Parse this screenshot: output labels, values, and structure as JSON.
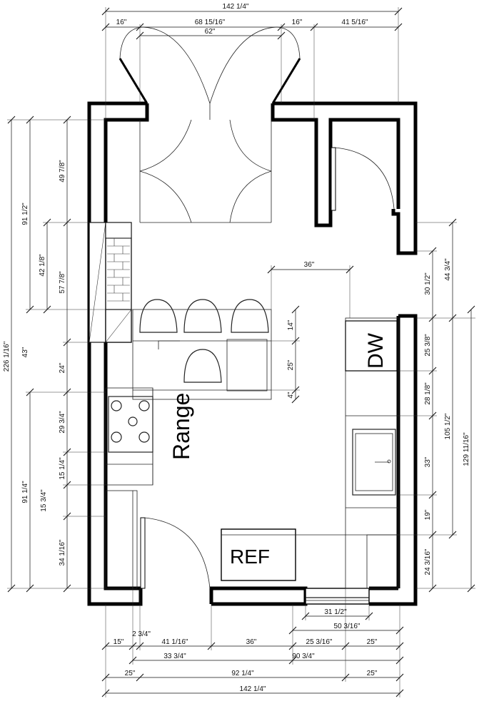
{
  "labels": {
    "range": "Range",
    "ref": "REF",
    "dw": "DW"
  },
  "dimensions": {
    "top_overall": "142 1/4\"",
    "top_16_left": "16\"",
    "top_68": "68 15/16\"",
    "top_62": "62\"",
    "top_16_right": "16\"",
    "top_41": "41 5/16\"",
    "left_226": "226 1/16\"",
    "left_91_top": "91 1/2\"",
    "left_49": "49 7/8\"",
    "left_42": "42 1/8\"",
    "left_57": "57 7/8\"",
    "left_43": "43\"",
    "left_24": "24\"",
    "left_29": "29 3/4\"",
    "left_15_q": "15 1/4\"",
    "left_91_bottom": "91 1/4\"",
    "left_15_3q": "15 3/4\"",
    "left_34": "34 1/16\"",
    "island_36": "36\"",
    "island_14": "14\"",
    "island_25": "25\"",
    "island_4": "4\"",
    "right_30": "30 1/2\"",
    "right_44": "44 3/4\"",
    "right_25": "25 3/8\"",
    "right_28": "28 1/8\"",
    "right_105": "105 1/2\"",
    "right_129": "129 11/16\"",
    "right_33": "33\"",
    "right_19": "19\"",
    "right_24": "24 3/16\"",
    "bot_31": "31 1/2\"",
    "bot_50": "50 3/16\"",
    "bot_15": "15\"",
    "bot_2_3q": "2 3/4\"",
    "bot_41": "41 1/16\"",
    "bot_36": "36\"",
    "bot_25_3_16": "25 3/16\"",
    "bot_25_a": "25\"",
    "bot_33": "33 3/4\"",
    "bot_90": "90 3/4\"",
    "bot_25_b": "25\"",
    "bot_92": "92 1/4\"",
    "bot_25_c": "25\"",
    "bot_overall": "142 1/4\""
  }
}
